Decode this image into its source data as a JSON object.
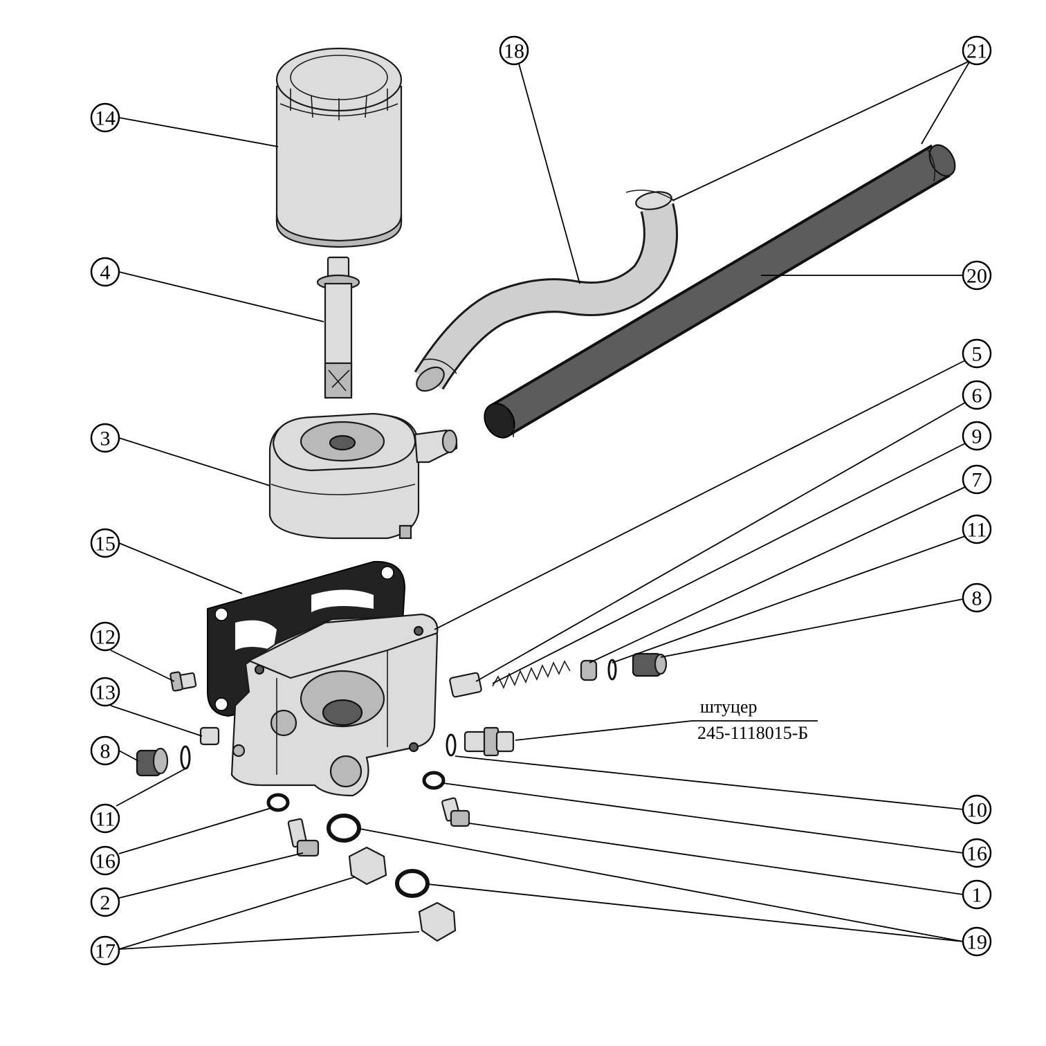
{
  "annotation": {
    "name": "штуцер",
    "code": "245-1118015-Б"
  },
  "callouts": {
    "c1": "1",
    "c2": "2",
    "c3": "3",
    "c4": "4",
    "c5": "5",
    "c6": "6",
    "c7": "7",
    "c8a": "8",
    "c8b": "8",
    "c9": "9",
    "c10": "10",
    "c11a": "11",
    "c11b": "11",
    "c12": "12",
    "c13": "13",
    "c14": "14",
    "c15": "15",
    "c16a": "16",
    "c16b": "16",
    "c17": "17",
    "c18": "18",
    "c19": "19",
    "c20": "20",
    "c21": "21"
  }
}
